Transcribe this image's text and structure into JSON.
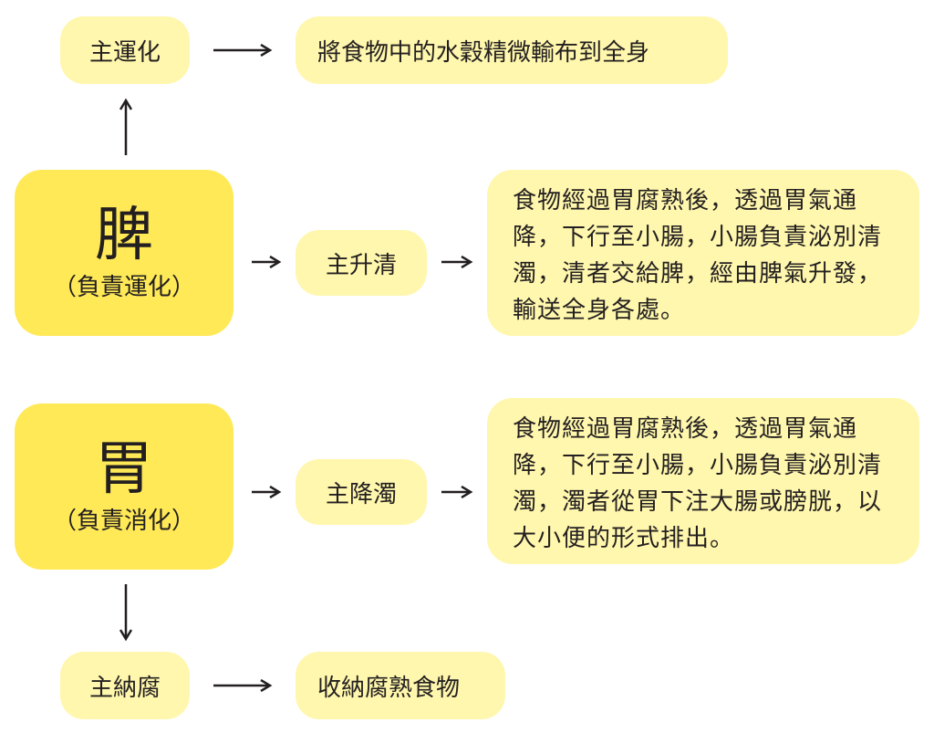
{
  "spleen": {
    "name": "脾",
    "role": "（負責運化）",
    "top_function": "主運化",
    "top_description": "將食物中的水穀精微輸布到全身",
    "function": "主升清",
    "description": "食物經過胃腐熟後，透過胃氣通降，下行至小腸，小腸負責泌別清濁，清者交給脾，經由脾氣升發，輸送全身各處。"
  },
  "stomach": {
    "name": "胃",
    "role": "（負責消化）",
    "function": "主降濁",
    "description": "食物經過胃腐熟後，透過胃氣通降，下行至小腸，小腸負責泌別清濁，濁者從胃下注大腸或膀胱，以大小便的形式排出。",
    "bottom_function": "主納腐",
    "bottom_description": "收納腐熟食物"
  },
  "colors": {
    "organ_fill": "#ffe957",
    "pill_fill": "#fff7ad",
    "arrow": "#231f20",
    "text": "#231f20"
  }
}
